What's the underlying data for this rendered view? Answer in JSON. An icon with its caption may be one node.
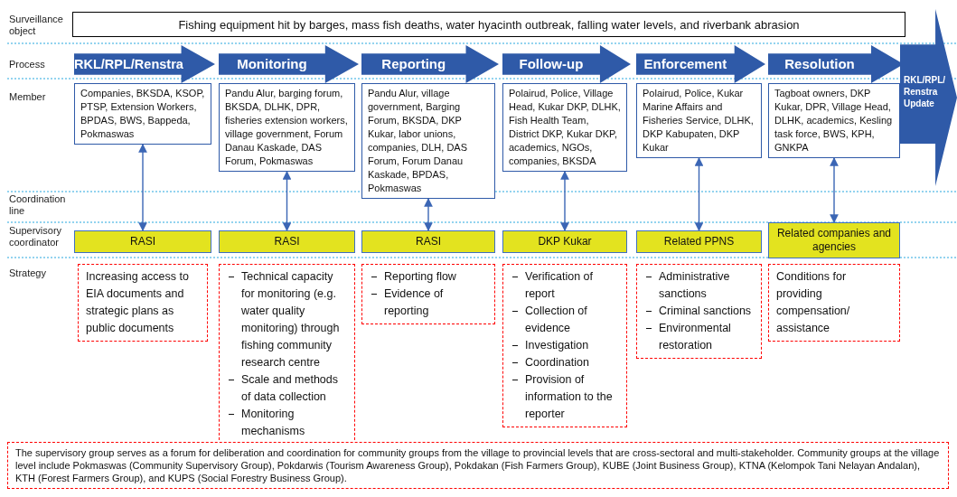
{
  "diagram": {
    "nodes": [
      {
        "text": [
          "Fishing equipment hit by barges, mass fish deaths, water hyacinth outbreak, falling water levels, and riverbank abrasion"
        ]
      },
      {
        "text": [
          "RKL/RPL/Renstra"
        ]
      },
      {
        "text": [
          "Monitoring"
        ]
      },
      {
        "text": [
          "Reporting"
        ]
      },
      {
        "text": [
          "Follow-up"
        ]
      },
      {
        "text": [
          "Enforcement"
        ]
      },
      {
        "text": [
          "Resolution"
        ]
      },
      {
        "text": [
          "RKL/RPL/ Renstra Update"
        ]
      },
      {
        "text": [
          "Companies, BKSDA, KSOP, PTSP, Extension Workers, BPDAS, BWS, Bappeda, Pokmaswas"
        ]
      },
      {
        "text": [
          "Pandu Alur, barging forum, BKSDA, DLHK, DPR, fisheries extension workers, village government, Forum Danau Kaskade, DAS Forum, Pokmaswas"
        ]
      },
      {
        "text": [
          "Pandu Alur, village government, Barging Forum, BKSDA, DKP Kukar, labor unions, companies, DLH, DAS Forum, Forum Danau Kaskade, BPDAS, Pokmaswas"
        ]
      },
      {
        "text": [
          "Polairud, Police, Village Head, Kukar DKP, DLHK, Fish Health Team, District DKP, Kukar DKP, academics, NGOs, companies, BKSDA"
        ]
      },
      {
        "text": [
          "Polairud, Police, Kukar Marine Affairs and Fisheries Service, DLHK, DKP Kabupaten, DKP Kukar"
        ]
      },
      {
        "text": [
          "Tagboat owners, DKP Kukar, DPR, Village Head, DLHK, academics, Kesling task force, BWS, KPH, GNKPA"
        ]
      },
      {
        "text": [
          "RASI"
        ]
      },
      {
        "text": [
          "RASI"
        ]
      },
      {
        "text": [
          "RASI"
        ]
      },
      {
        "text": [
          "DKP Kukar"
        ]
      },
      {
        "text": [
          "Related PPNS"
        ]
      },
      {
        "text": [
          "Related companies and agencies"
        ]
      },
      {
        "text": [
          "Increasing access to EIA documents and strategic plans as public documents"
        ]
      },
      {
        "text": [
          "Technical capacity for monitoring (e.g. water quality monitoring) through fishing community research centre",
          "Scale and methods of data collection",
          "Monitoring mechanisms"
        ]
      },
      {
        "text": [
          "Reporting flow",
          "Evidence of reporting"
        ]
      },
      {
        "text": [
          "Verification of report",
          "Collection of evidence",
          "Investigation",
          "Coordination",
          "Provision of information to the reporter"
        ]
      },
      {
        "text": [
          "Administrative sanctions",
          "Criminal sanctions",
          "Environmental restoration"
        ]
      },
      {
        "text": [
          "Conditions for providing compensation/ assistance"
        ]
      },
      {
        "text": [
          "The supervisory group serves as a forum for deliberation and coordination for community groups from the village to provincial levels that are cross-sectoral and multi-stakeholder. Community groups at the village level include Pokmaswas (Community Supervisory Group), Pokdarwis (Tourism Awareness Group), Pokdakan (Fish Farmers Group), KUBE (Joint Business Group), KTNA (Kelompok Tani Nelayan Andalan), KTH (Forest Farmers Group), and KUPS (Social Forestry Business Group)."
        ]
      }
    ],
    "edges": [
      {
        "from": 8,
        "to": 14,
        "arrow": "both"
      },
      {
        "from": 9,
        "to": 15,
        "arrow": "both"
      },
      {
        "from": 10,
        "to": 16,
        "arrow": "both"
      },
      {
        "from": 11,
        "to": 17,
        "arrow": "both"
      },
      {
        "from": 12,
        "to": 18,
        "arrow": "both"
      },
      {
        "from": 13,
        "to": 19,
        "arrow": "both"
      }
    ],
    "labels": [
      "Surveillance object",
      "Process",
      "Member",
      "Coordination line",
      "Supervisory coordinator",
      "Strategy"
    ]
  }
}
